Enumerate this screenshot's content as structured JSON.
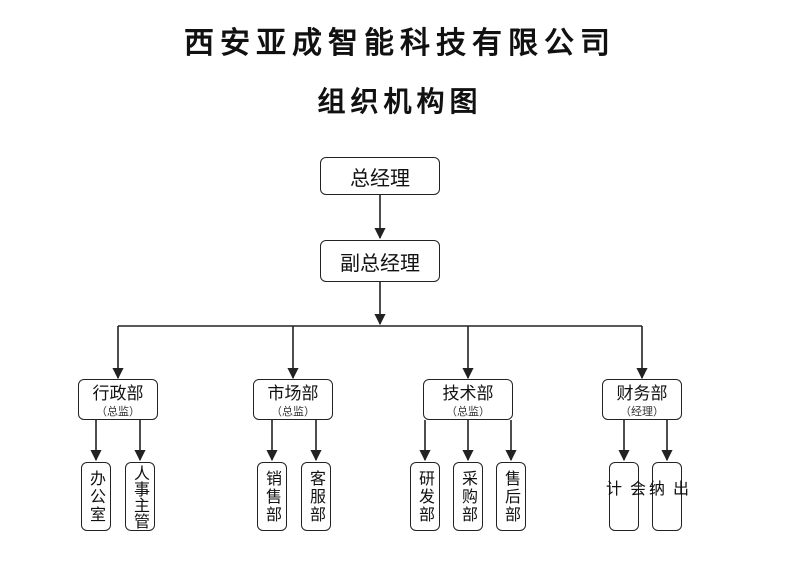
{
  "header": {
    "company": "西安亚成智能科技有限公司",
    "chart_title": "组织机构图"
  },
  "org": {
    "ceo": "总经理",
    "vice": "副总经理",
    "departments": [
      {
        "name": "行政部",
        "head": "（总监）",
        "units": [
          "办公室",
          "人事主管"
        ]
      },
      {
        "name": "市场部",
        "head": "（总监）",
        "units": [
          "销售部",
          "客服部"
        ]
      },
      {
        "name": "技术部",
        "head": "（总监）",
        "units": [
          "研发部",
          "采购部",
          "售后部"
        ]
      },
      {
        "name": "财务部",
        "head": "（经理）",
        "units": [
          "会计",
          "出纳"
        ]
      }
    ]
  }
}
